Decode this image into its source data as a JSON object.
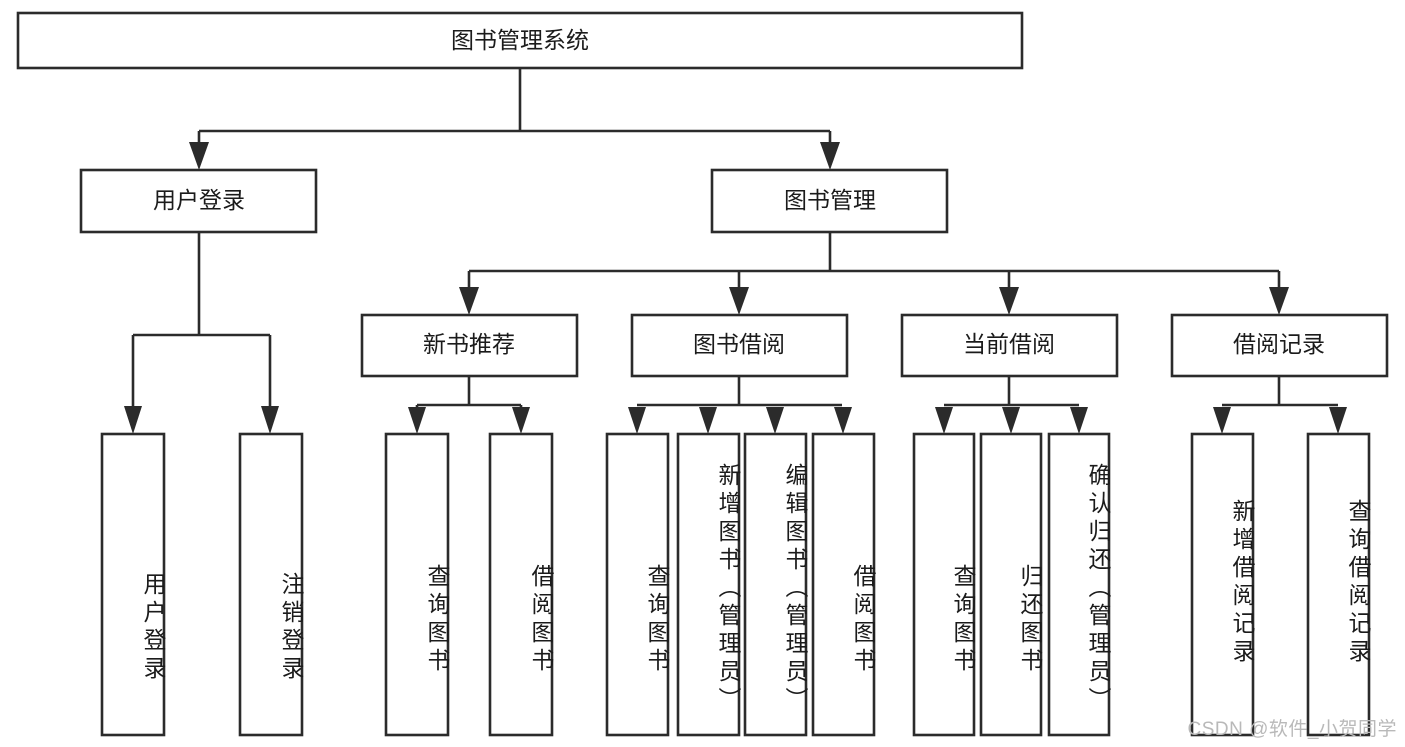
{
  "diagram": {
    "title": "图书管理系统",
    "type": "function-structure-tree",
    "orientation": "top-down",
    "background_color": "#ffffff",
    "line_color": "#2b2b2b",
    "text_color": "#1b1b1b",
    "watermark": "CSDN @软件_小贺同学"
  },
  "nodes": {
    "root": {
      "label": "图书管理系统"
    },
    "level1": [
      {
        "id": "user-login",
        "label": "用户登录"
      },
      {
        "id": "book-management",
        "label": "图书管理"
      }
    ],
    "level2": [
      {
        "id": "new-book-recommend",
        "label": "新书推荐"
      },
      {
        "id": "book-borrow",
        "label": "图书借阅"
      },
      {
        "id": "current-borrow",
        "label": "当前借阅"
      },
      {
        "id": "borrow-record",
        "label": "借阅记录"
      }
    ],
    "leaves": {
      "user-login": [
        {
          "id": "leaf-user-login",
          "label": "用户登录"
        },
        {
          "id": "leaf-logout-login",
          "label": "注销登录"
        }
      ],
      "new-book-recommend": [
        {
          "id": "leaf-query-book-1",
          "label": "查询图书"
        },
        {
          "id": "leaf-borrow-book-1",
          "label": "借阅图书"
        }
      ],
      "book-borrow": [
        {
          "id": "leaf-query-book-2",
          "label": "查询图书"
        },
        {
          "id": "leaf-add-book-admin",
          "label": "新增图书（管理员）"
        },
        {
          "id": "leaf-edit-book-admin",
          "label": "编辑图书（管理员）"
        },
        {
          "id": "leaf-borrow-book-2",
          "label": "借阅图书"
        }
      ],
      "current-borrow": [
        {
          "id": "leaf-query-book-3",
          "label": "查询图书"
        },
        {
          "id": "leaf-return-book",
          "label": "归还图书"
        },
        {
          "id": "leaf-confirm-return-admin",
          "label": "确认归还（管理员）"
        }
      ],
      "borrow-record": [
        {
          "id": "leaf-add-borrow-record",
          "label": "新增借阅记录"
        },
        {
          "id": "leaf-query-borrow-record",
          "label": "查询借阅记录"
        }
      ]
    }
  }
}
